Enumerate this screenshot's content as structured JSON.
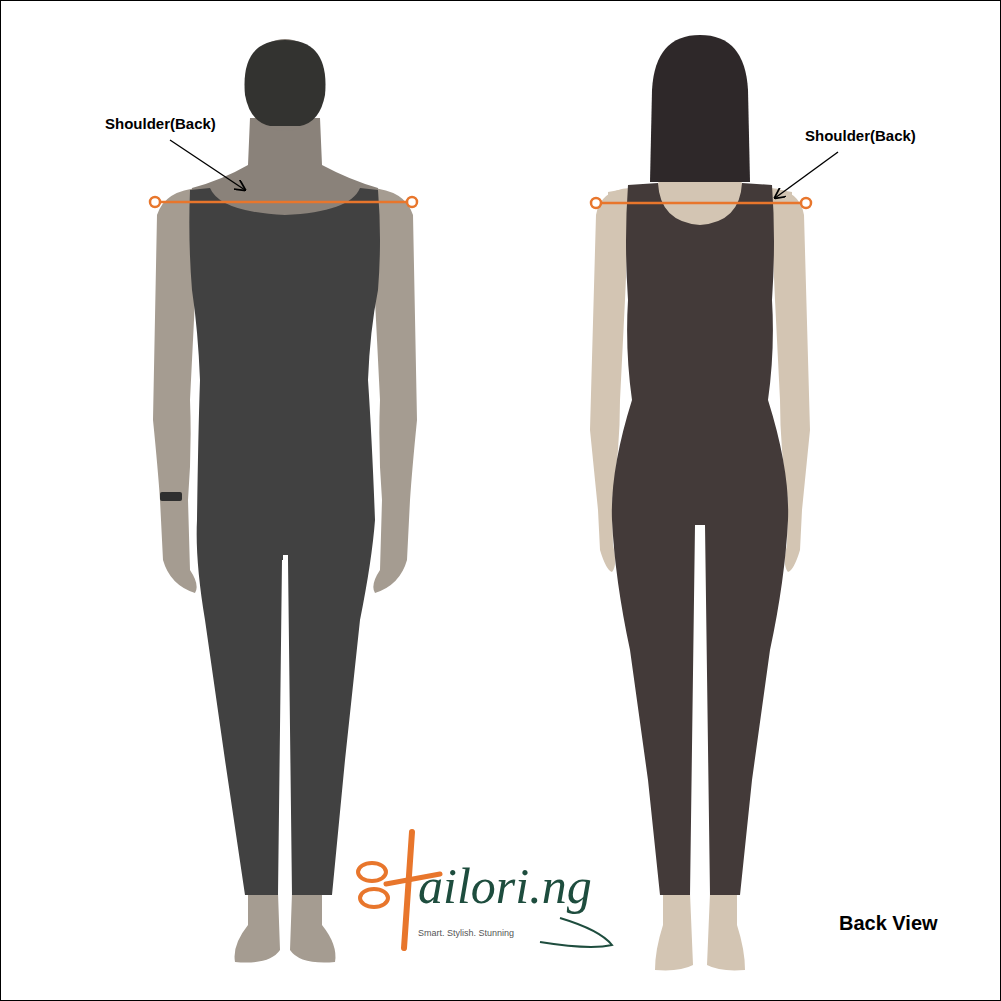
{
  "diagram": {
    "labels": [
      "Shoulder(Back)",
      "Shoulder(Back)",
      "ailori.ng",
      "Smart. Stylish. Stunning",
      "Back View"
    ]
  }
}
